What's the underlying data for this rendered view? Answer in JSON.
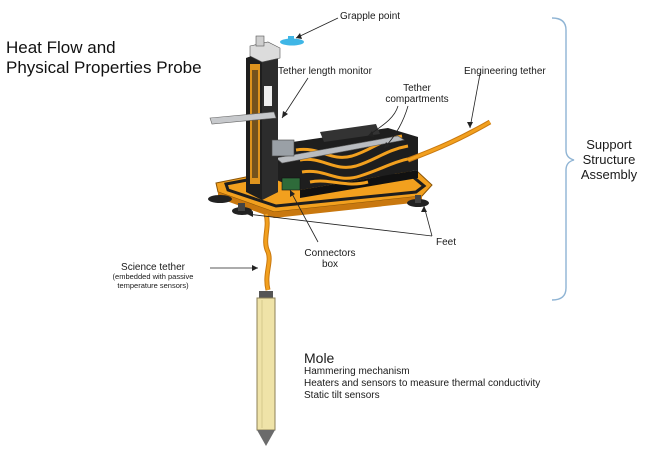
{
  "title": {
    "line1": "Heat Flow and",
    "line2": "Physical Properties Probe"
  },
  "labels": {
    "grapple_point": "Grapple point",
    "tether_length_monitor": "Tether length monitor",
    "tether_compartments_1": "Tether",
    "tether_compartments_2": "compartments",
    "engineering_tether": "Engineering tether",
    "support_1": "Support",
    "support_2": "Structure",
    "support_3": "Assembly",
    "connectors_1": "Connectors",
    "connectors_2": "box",
    "feet": "Feet",
    "science_tether": "Science tether",
    "science_sub_1": "(embedded with passive",
    "science_sub_2": "temperature sensors)"
  },
  "mole": {
    "heading": "Mole",
    "items": [
      "Hammering mechanism",
      "Heaters and sensors to measure thermal conductivity",
      "Static tilt sensors"
    ]
  },
  "colors": {
    "orange": "#f2a01e",
    "dark_orange": "#c9780f",
    "black_frame": "#1e1e1e",
    "bracket": "#8fb4d4",
    "mole_body": "#efe3a8",
    "grapple": "#3fb6e6"
  }
}
